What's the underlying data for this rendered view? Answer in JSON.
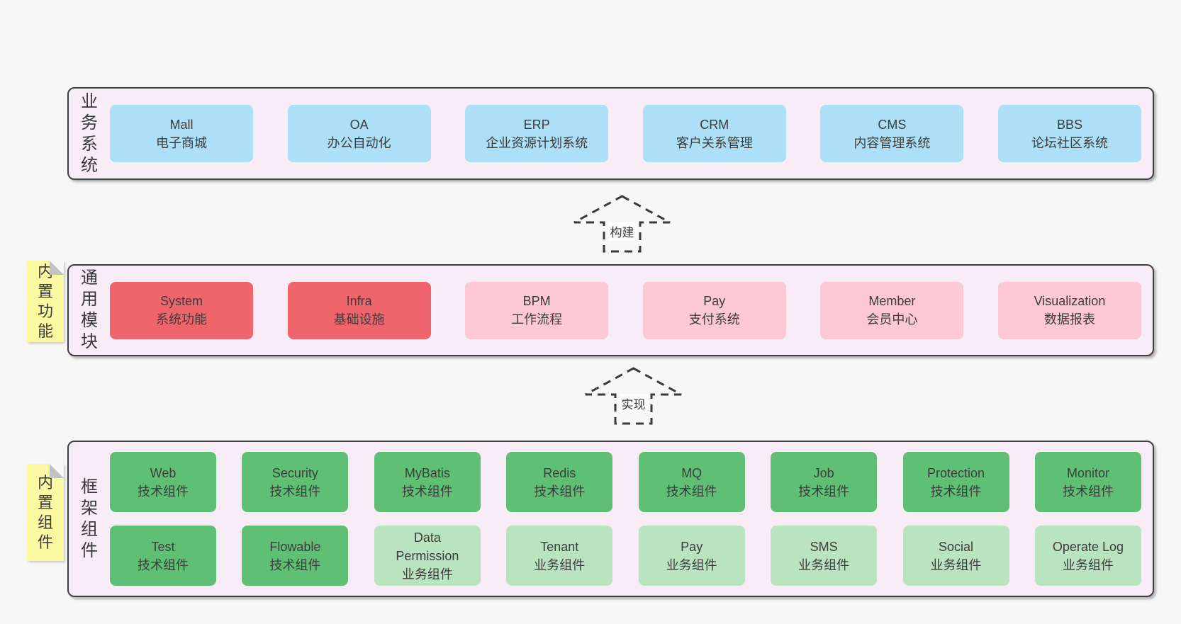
{
  "colors": {
    "page-bg": "#f7f7f7",
    "band-bg": "#f8edf6",
    "band-border": "#3f3f3f",
    "text": "#3d3d3d",
    "box-blue": "#ade0f7",
    "box-red": "#f0646c",
    "box-pink": "#fbc8d3",
    "box-green": "#5fc075",
    "box-green-light": "#bae3bf",
    "note-yellow": "#fbf9a1",
    "note-fold": "#c2c2c2",
    "arrow": "#3a3a3a"
  },
  "bands": [
    {
      "label": "业务系统",
      "boxes": [
        {
          "title": "Mall",
          "subtitle": "电子商城",
          "variant": "blue"
        },
        {
          "title": "OA",
          "subtitle": "办公自动化",
          "variant": "blue"
        },
        {
          "title": "ERP",
          "subtitle": "企业资源计划系统",
          "variant": "blue"
        },
        {
          "title": "CRM",
          "subtitle": "客户关系管理",
          "variant": "blue"
        },
        {
          "title": "CMS",
          "subtitle": "内容管理系统",
          "variant": "blue"
        },
        {
          "title": "BBS",
          "subtitle": "论坛社区系统",
          "variant": "blue"
        }
      ]
    },
    {
      "label": "通用模块",
      "note": "内置功能",
      "boxes": [
        {
          "title": "System",
          "subtitle": "系统功能",
          "variant": "red"
        },
        {
          "title": "Infra",
          "subtitle": "基础设施",
          "variant": "red"
        },
        {
          "title": "BPM",
          "subtitle": "工作流程",
          "variant": "pink"
        },
        {
          "title": "Pay",
          "subtitle": "支付系统",
          "variant": "pink"
        },
        {
          "title": "Member",
          "subtitle": "会员中心",
          "variant": "pink"
        },
        {
          "title": "Visualization",
          "subtitle": "数据报表",
          "variant": "pink"
        }
      ]
    },
    {
      "label": "框架组件",
      "note": "内置组件",
      "rows": [
        [
          {
            "title": "Web",
            "subtitle": "技术组件",
            "variant": "green"
          },
          {
            "title": "Security",
            "subtitle": "技术组件",
            "variant": "green"
          },
          {
            "title": "MyBatis",
            "subtitle": "技术组件",
            "variant": "green"
          },
          {
            "title": "Redis",
            "subtitle": "技术组件",
            "variant": "green"
          },
          {
            "title": "MQ",
            "subtitle": "技术组件",
            "variant": "green"
          },
          {
            "title": "Job",
            "subtitle": "技术组件",
            "variant": "green"
          },
          {
            "title": "Protection",
            "subtitle": "技术组件",
            "variant": "green"
          },
          {
            "title": "Monitor",
            "subtitle": "技术组件",
            "variant": "green"
          }
        ],
        [
          {
            "title": "Test",
            "subtitle": "技术组件",
            "variant": "green"
          },
          {
            "title": "Flowable",
            "subtitle": "技术组件",
            "variant": "green"
          },
          {
            "title": "Data Permission",
            "subtitle": "业务组件",
            "variant": "green-light"
          },
          {
            "title": "Tenant",
            "subtitle": "业务组件",
            "variant": "green-light"
          },
          {
            "title": "Pay",
            "subtitle": "业务组件",
            "variant": "green-light"
          },
          {
            "title": "SMS",
            "subtitle": "业务组件",
            "variant": "green-light"
          },
          {
            "title": "Social",
            "subtitle": "业务组件",
            "variant": "green-light"
          },
          {
            "title": "Operate Log",
            "subtitle": "业务组件",
            "variant": "green-light"
          }
        ]
      ]
    }
  ],
  "arrows": [
    {
      "label": "构建"
    },
    {
      "label": "实现"
    }
  ]
}
